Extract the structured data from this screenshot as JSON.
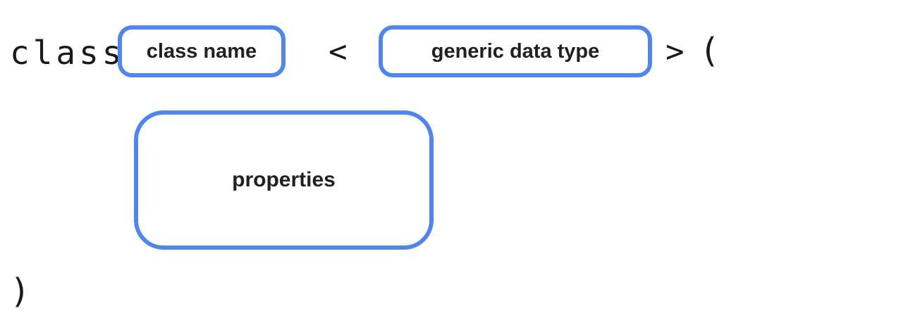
{
  "diagram": {
    "title_hint": "generic class declaration syntax",
    "keyword": "class",
    "angle_open": "<",
    "angle_close": ">",
    "paren_open": "(",
    "paren_close": ")",
    "slots": {
      "class_name": "class name",
      "generic_data_type": "generic data type",
      "properties": "properties"
    },
    "colors": {
      "slot_border": "#5086EC",
      "code_text": "#1a1a1a",
      "label_text": "#202124",
      "background": "#ffffff"
    }
  }
}
